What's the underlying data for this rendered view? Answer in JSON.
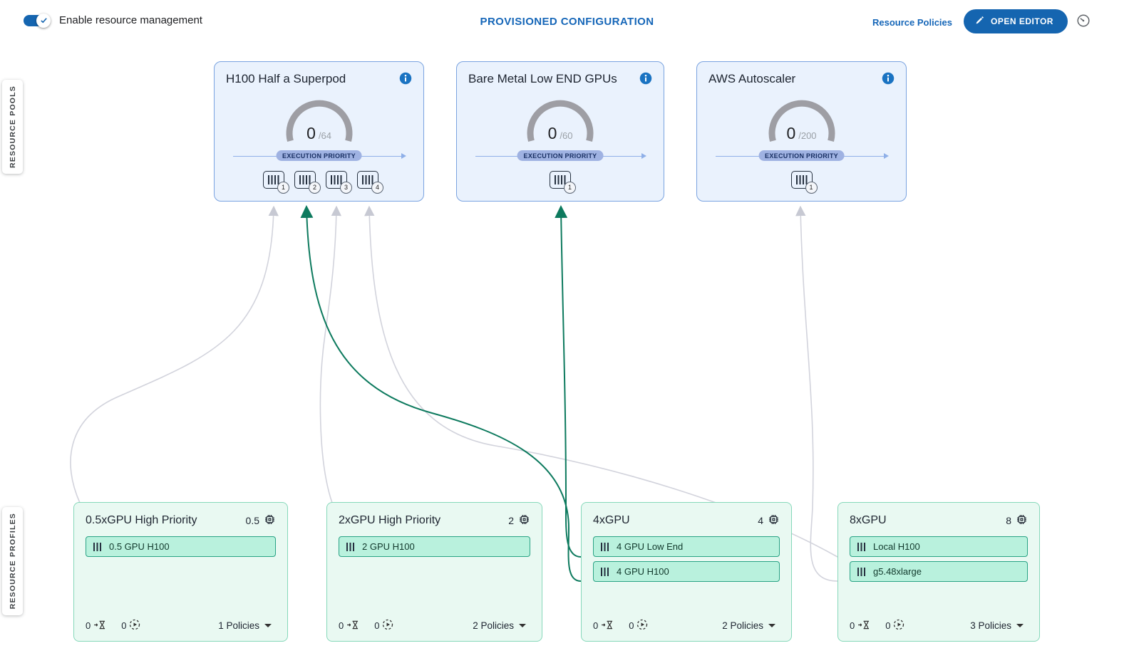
{
  "topbar": {
    "toggle_label": "Enable resource management",
    "title": "PROVISIONED CONFIGURATION",
    "policies_link": "Resource Policies",
    "open_editor_label": "OPEN EDITOR"
  },
  "side_tabs": {
    "pools": "RESOURCE POOLS",
    "profiles": "RESOURCE PROFILES"
  },
  "pools": [
    {
      "name": "H100 Half a Superpod",
      "used": "0",
      "capacity": "/64",
      "priority_label": "EXECUTION PRIORITY",
      "badges": [
        "1",
        "2",
        "3",
        "4"
      ]
    },
    {
      "name": "Bare Metal Low END GPUs",
      "used": "0",
      "capacity": "/60",
      "priority_label": "EXECUTION PRIORITY",
      "badges": [
        "1"
      ]
    },
    {
      "name": "AWS Autoscaler",
      "used": "0",
      "capacity": "/200",
      "priority_label": "EXECUTION PRIORITY",
      "badges": [
        "1"
      ]
    }
  ],
  "profiles": [
    {
      "name": "0.5xGPU High Priority",
      "gpu_count": "0.5",
      "items": [
        "0.5 GPU H100"
      ],
      "pending_count": "0",
      "running_count": "0",
      "policies_label": "1 Policies"
    },
    {
      "name": "2xGPU High Priority",
      "gpu_count": "2",
      "items": [
        "2 GPU H100"
      ],
      "pending_count": "0",
      "running_count": "0",
      "policies_label": "2 Policies"
    },
    {
      "name": "4xGPU",
      "gpu_count": "4",
      "items": [
        "4 GPU Low End",
        "4 GPU H100"
      ],
      "pending_count": "0",
      "running_count": "0",
      "policies_label": "2 Policies"
    },
    {
      "name": "8xGPU",
      "gpu_count": "8",
      "items": [
        "Local H100",
        "g5.48xlarge"
      ],
      "pending_count": "0",
      "running_count": "0",
      "policies_label": "3 Policies"
    }
  ],
  "colors": {
    "accent-blue": "#1565b0",
    "link-blue": "#1566b8",
    "pool-bg": "#eaf2fd",
    "pool-border": "#7aa3e0",
    "profile-bg": "#e9f9f2",
    "profile-border": "#86d8ba",
    "pill-bg": "#b9f1dd",
    "pill-border": "#2aa385",
    "connection-green": "#0d7a5e",
    "connection-gray": "#d2d3dc",
    "priority-pill-bg": "#9fb2e2",
    "priority-pill-text": "#182f63"
  }
}
